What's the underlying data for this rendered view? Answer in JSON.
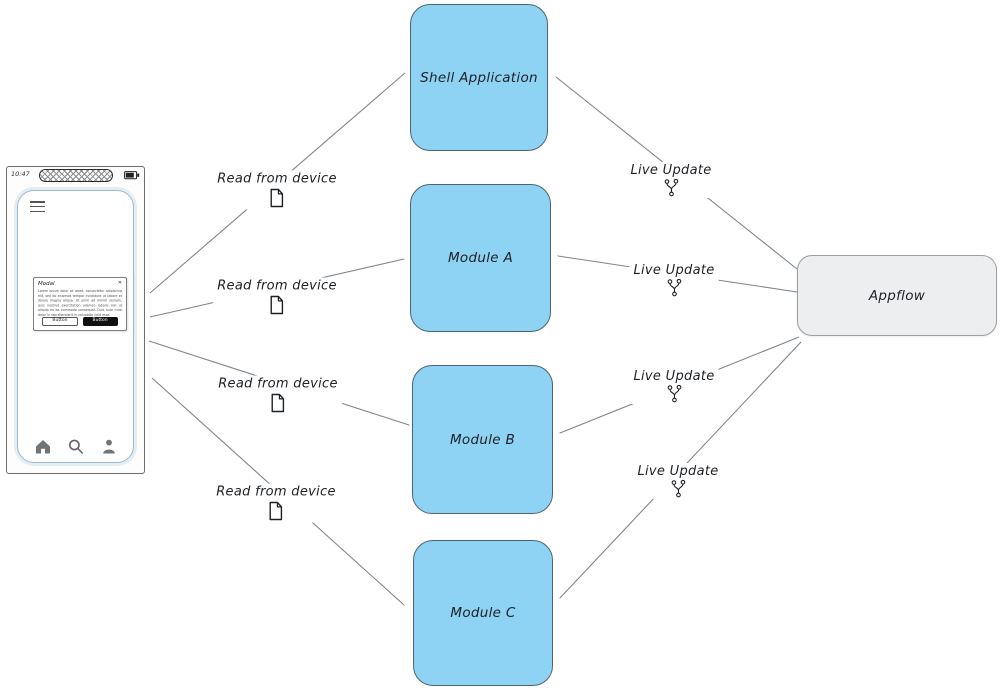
{
  "diagram": {
    "nodes": [
      {
        "id": "shell-application",
        "label": "Shell Application"
      },
      {
        "id": "module-a",
        "label": "Module A"
      },
      {
        "id": "module-b",
        "label": "Module B"
      },
      {
        "id": "module-c",
        "label": "Module C"
      },
      {
        "id": "appflow",
        "label": "Appflow"
      }
    ],
    "edges": [
      {
        "from": "device",
        "to": "shell-application",
        "label": "Read from device",
        "icon": "file-icon"
      },
      {
        "from": "device",
        "to": "module-a",
        "label": "Read from device",
        "icon": "file-icon"
      },
      {
        "from": "device",
        "to": "module-b",
        "label": "Read from device",
        "icon": "file-icon"
      },
      {
        "from": "device",
        "to": "module-c",
        "label": "Read from device",
        "icon": "file-icon"
      },
      {
        "from": "appflow",
        "to": "shell-application",
        "label": "Live Update",
        "icon": "git-branch-icon"
      },
      {
        "from": "appflow",
        "to": "module-a",
        "label": "Live Update",
        "icon": "git-branch-icon"
      },
      {
        "from": "appflow",
        "to": "module-b",
        "label": "Live Update",
        "icon": "git-branch-icon"
      },
      {
        "from": "appflow",
        "to": "module-c",
        "label": "Live Update",
        "icon": "git-branch-icon"
      }
    ],
    "colors": {
      "module_fill": "#8ed2f4",
      "module_stroke": "#4f6470",
      "appflow_fill": "#eceef0",
      "appflow_stroke": "#9aa0a5",
      "arrow": "#7f868c",
      "text": "#1d2125"
    }
  },
  "phone": {
    "status": {
      "time": "10:47",
      "battery_icon": "battery-icon",
      "notch_icon": "speaker-notch"
    },
    "menu_icon": "hamburger-icon",
    "modal": {
      "title": "Modal",
      "close_glyph": "✕",
      "body": "Lorem ipsum dolor sit amet, consectetur adipiscing elit, sed do eiusmod tempor incididunt ut labore et dolore magna aliqua. Ut enim ad minim veniam, quis nostrud exercitation ullamco laboris nisi ut aliquip ex ea commodo consequat. Duis aute irure dolor in reprehenderit in voluptate velit esse.",
      "secondary_button": "Button",
      "primary_button": "Button"
    },
    "nav_icons": [
      "home-icon",
      "search-icon",
      "person-icon"
    ]
  }
}
